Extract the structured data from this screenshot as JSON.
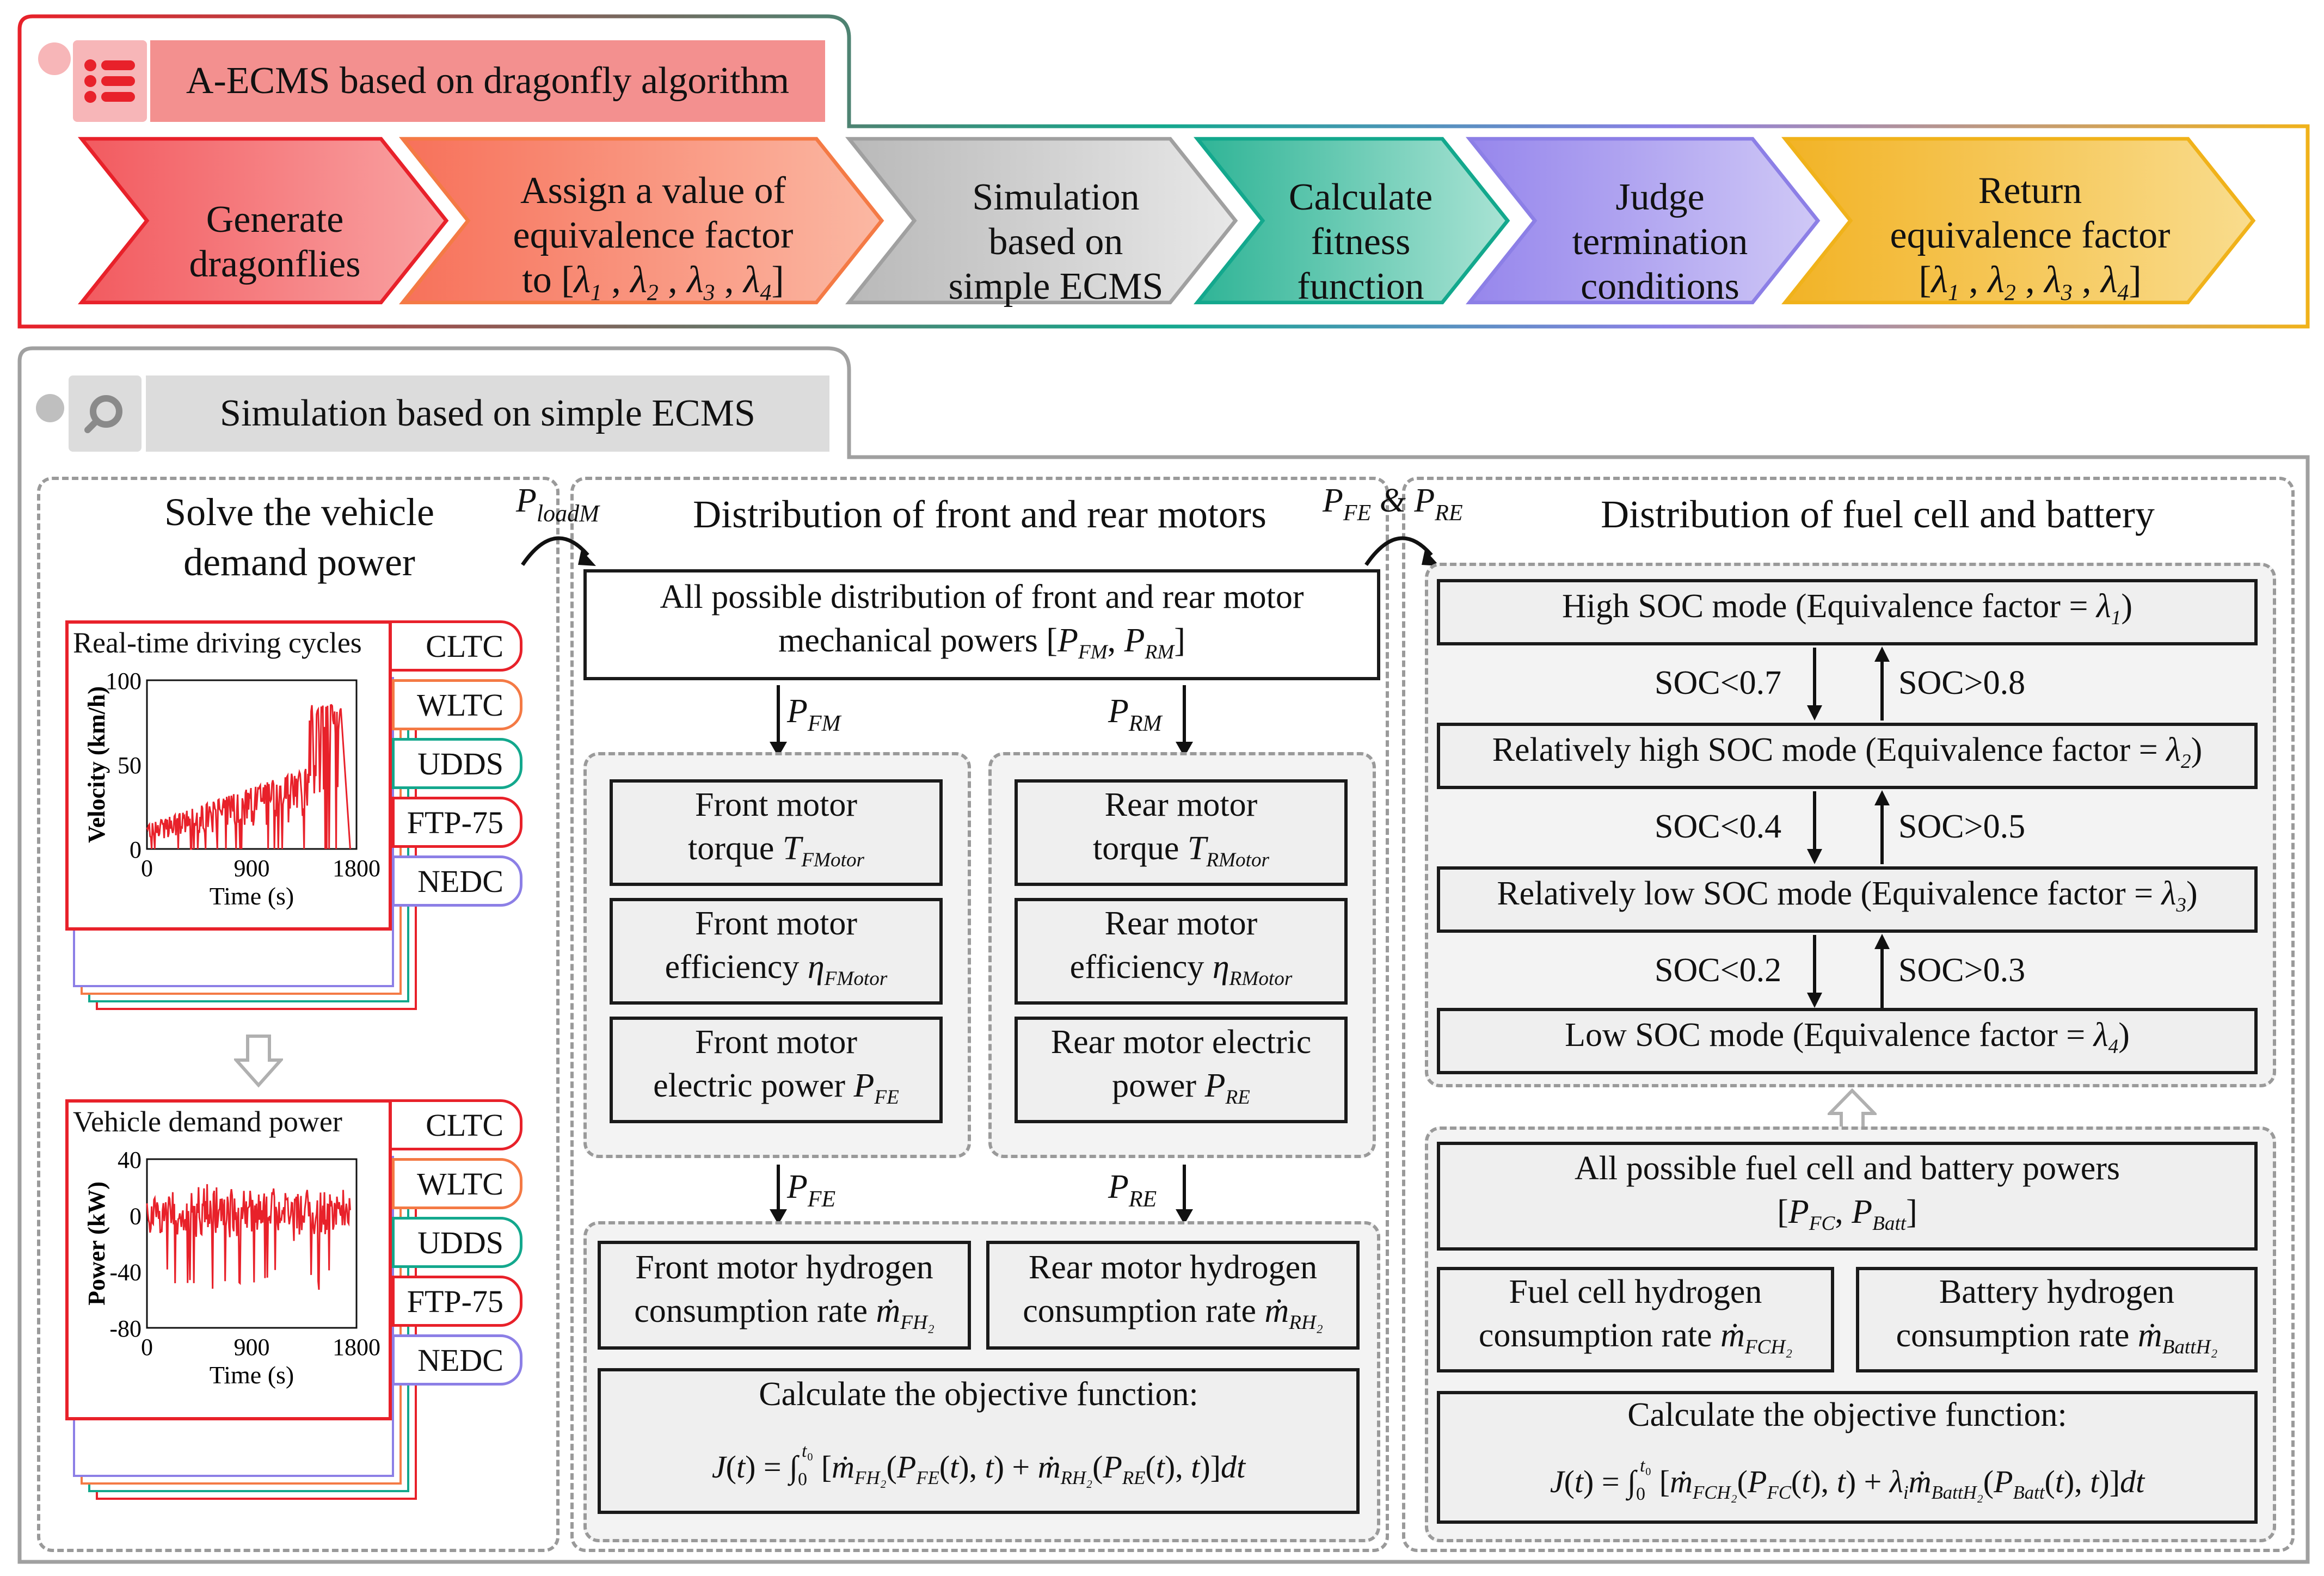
{
  "top_panel": {
    "title": "A-ECMS based on dragonfly algorithm",
    "steps": [
      {
        "lines": [
          "Generate",
          "dragonflies"
        ],
        "color": "#f47275"
      },
      {
        "lines": [
          "Assign a value of",
          "equivalence factor",
          "to [λ1 , λ2 , λ3 , λ4]"
        ],
        "color": "#f8856a"
      },
      {
        "lines": [
          "Simulation",
          "based on",
          "simple ECMS"
        ],
        "color": "#c9c9c9"
      },
      {
        "lines": [
          "Calculate",
          "fitness",
          "function"
        ],
        "color": "#4fc4aa"
      },
      {
        "lines": [
          "Judge",
          "termination",
          "conditions"
        ],
        "color": "#a79cee"
      },
      {
        "lines": [
          "Return",
          "equivalence factor",
          "[λ1 , λ2 , λ3 , λ4]"
        ],
        "color": "#f5c346"
      }
    ]
  },
  "bottom_panel": {
    "title": "Simulation based on simple ECMS"
  },
  "left_section": {
    "title_lines": [
      "Solve the vehicle",
      "demand power"
    ],
    "cycles_card": {
      "title": "Real-time driving cycles",
      "tabs": [
        "CLTC",
        "WLTC",
        "UDDS",
        "FTP-75",
        "NEDC"
      ],
      "ylabel": "Velocity (km/h)",
      "xlabel": "Time (s)",
      "yticks": [
        "100",
        "50",
        "0"
      ],
      "xticks": [
        "0",
        "900",
        "1800"
      ]
    },
    "power_card": {
      "title": "Vehicle demand power",
      "tabs": [
        "CLTC",
        "WLTC",
        "UDDS",
        "FTP-75",
        "NEDC"
      ],
      "ylabel": "Power (kW)",
      "xlabel": "Time (s)",
      "yticks": [
        "40",
        "0",
        "-40",
        "-80"
      ],
      "xticks": [
        "0",
        "900",
        "1800"
      ]
    }
  },
  "middle_section": {
    "title": "Distribution of front and rear motors",
    "input_label": "PloadM",
    "all_box_lines": [
      "All possible distribution of front and rear motor",
      "mechanical powers [PFM, PRM]"
    ],
    "pfm_label": "PFM",
    "prm_label": "PRM",
    "front_boxes": [
      [
        "Front motor",
        "torque TFMotor"
      ],
      [
        "Front motor",
        "efficiency ηFMotor"
      ],
      [
        "Front motor",
        "electric power PFE"
      ]
    ],
    "rear_boxes": [
      [
        "Rear motor",
        "torque TRMotor"
      ],
      [
        "Rear motor",
        "efficiency ηRMotor"
      ],
      [
        "Rear motor electric",
        "power PRE"
      ]
    ],
    "pfe_label": "PFE",
    "pre_label": "PRE",
    "front_h2": [
      "Front motor hydrogen",
      "consumption rate ṁFH2"
    ],
    "rear_h2": [
      "Rear motor hydrogen",
      "consumption rate ṁRH2"
    ],
    "objective_title": "Calculate the objective function:",
    "objective_formula": "J(t) = ∫0t0 [ṁFH2(PFE(t), t) + ṁRH2(PRE(t), t)] dt"
  },
  "right_section": {
    "title": "Distribution of fuel cell and battery",
    "input_label": "PFE & PRE",
    "modes": [
      "High SOC mode (Equivalence factor = λ1)",
      "Relatively high SOC mode (Equivalence factor = λ2)",
      "Relatively low SOC mode (Equivalence factor = λ3)",
      "Low SOC mode (Equivalence factor = λ4)"
    ],
    "transitions": [
      {
        "down": "SOC<0.7",
        "up": "SOC>0.8"
      },
      {
        "down": "SOC<0.4",
        "up": "SOC>0.5"
      },
      {
        "down": "SOC<0.2",
        "up": "SOC>0.3"
      }
    ],
    "all_box_lines": [
      "All possible fuel cell and battery powers",
      "[PFC, PBatt]"
    ],
    "fc_h2": [
      "Fuel cell hydrogen",
      "consumption rate ṁFCH2"
    ],
    "batt_h2": [
      "Battery hydrogen",
      "consumption rate ṁBattH2"
    ],
    "objective_title": "Calculate the objective function:",
    "objective_formula": "J(t) = ∫0t0 [ṁFCH2(PFC(t), t) + λi ṁBattH2(PBatt(t), t)] dt"
  },
  "colors": {
    "red": "#e8212a",
    "orange": "#f47a45",
    "teal": "#13a88d",
    "purple": "#8c7fe6",
    "yellow": "#f0b21a",
    "gray": "#9a9a9a",
    "plot_red": "#e8212a"
  }
}
